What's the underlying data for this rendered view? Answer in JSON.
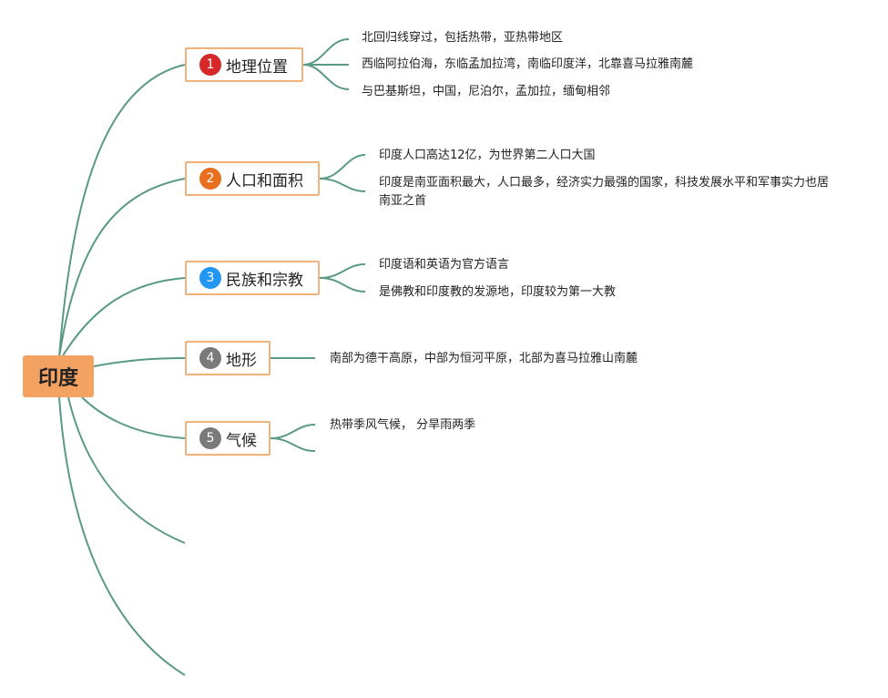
{
  "root": {
    "label": "印度"
  },
  "topics": [
    {
      "num": "1",
      "label": "地理位置",
      "badge_color": "#d62828",
      "leaves": [
        "北回归线穿过，包括热带，亚热带地区",
        "西临阿拉伯海，东临孟加拉湾，南临印度洋，北靠喜马拉雅南麓",
        "与巴基斯坦，中国，尼泊尔，孟加拉，缅甸相邻"
      ]
    },
    {
      "num": "2",
      "label": "人口和面积",
      "badge_color": "#e76f1e",
      "leaves": [
        "印度人口高达12亿，为世界第二人口大国",
        "印度是南亚面积最大，人口最多，经济实力最强的国家，科技发展水平和军事实力也居南亚之首"
      ]
    },
    {
      "num": "3",
      "label": "民族和宗教",
      "badge_color": "#2196f3",
      "leaves": [
        "印度语和英语为官方语言",
        "是佛教和印度教的发源地，印度较为第一大教"
      ]
    },
    {
      "num": "4",
      "label": "地形",
      "badge_color": "#7a7a7a",
      "leaves": [
        "南部为德干高原，中部为恒河平原，北部为喜马拉雅山南麓"
      ]
    },
    {
      "num": "5",
      "label": "气候",
      "badge_color": "#7a7a7a",
      "leaves": [
        "热带季风气候， 分旱雨两季"
      ]
    }
  ],
  "colors": {
    "connector": "#5a9a82",
    "topic_border": "#f0b27a",
    "root_fill": "#f4a261"
  }
}
